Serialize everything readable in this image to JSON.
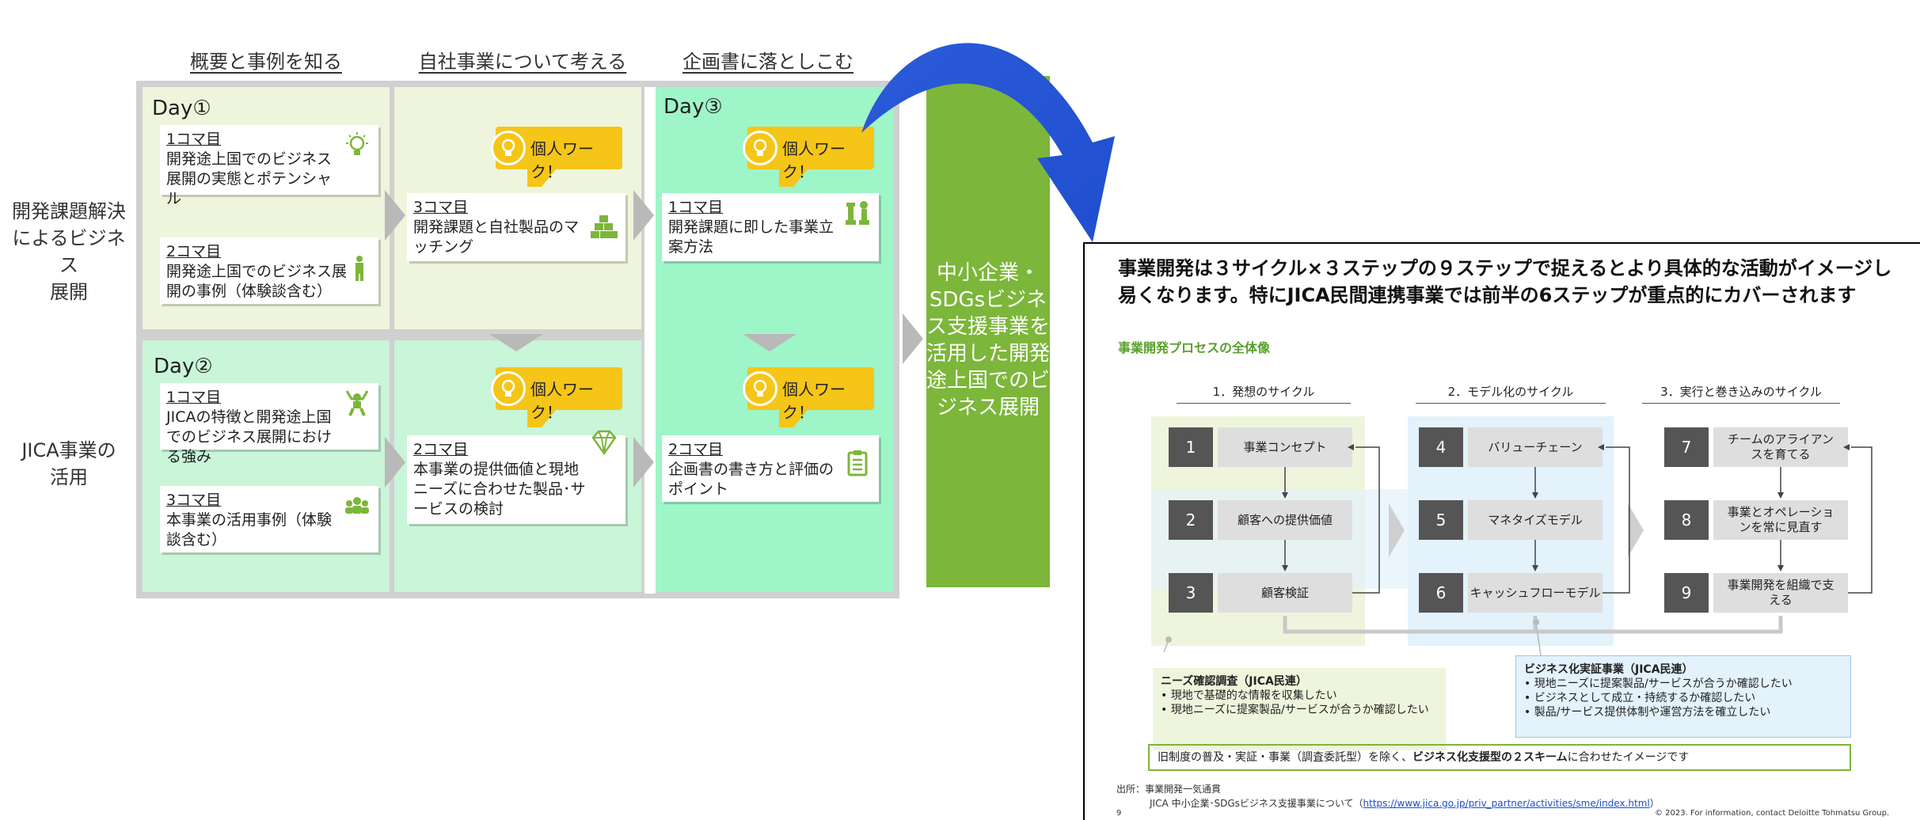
{
  "column_headers": [
    "概要と事例を知る",
    "自社事業について考える",
    "企画書に落としこむ"
  ],
  "row_labels": [
    "開発課題解決\nによるビジネス\n展開",
    "JICA事業の\n活用"
  ],
  "days": [
    "Day①",
    "Day②",
    "Day③"
  ],
  "work_label": "個人ワーク！",
  "cards": {
    "d1k1": {
      "koma": "1コマ目",
      "body": "開発途上国でのビジネス展開の実態とポテンシャル"
    },
    "d1k2": {
      "koma": "2コマ目",
      "body": "開発途上国でのビジネス展開の事例（体験談含む）"
    },
    "c2r1": {
      "koma": "3コマ目",
      "body": "開発課題と自社製品のマッチング"
    },
    "d3k1": {
      "koma": "1コマ目",
      "body": "開発課題に即した事業立案方法"
    },
    "d2k1": {
      "koma": "1コマ目",
      "body": "JICAの特徴と開発途上国でのビジネス展開における強み"
    },
    "d2k3": {
      "koma": "3コマ目",
      "body": "本事業の活用事例（体験談含む）"
    },
    "c2r2": {
      "koma": "2コマ目",
      "body": "本事業の提供価値と現地ニーズに合わせた製品･サービスの検討"
    },
    "d3k2": {
      "koma": "2コマ目",
      "body": "企画書の書き方と評価のポイント"
    }
  },
  "green_box_text": "中小企業・SDGsビジネス支援事業を活用した開発途上国でのビジネス展開",
  "panel": {
    "title": "事業開発は３サイクル×３ステップの９ステップで捉えるとより具体的な活動がイメージし易くなります。特にJICA民間連携事業では前半の6ステップが重点的にカバーされます",
    "subtitle": "事業開発プロセスの全体像",
    "cycles": [
      "1．発想のサイクル",
      "2．モデル化のサイクル",
      "3．実行と巻き込みのサイクル"
    ],
    "steps": [
      {
        "num": "1",
        "label": "事業コンセプト"
      },
      {
        "num": "2",
        "label": "顧客への提供価値"
      },
      {
        "num": "3",
        "label": "顧客検証"
      },
      {
        "num": "4",
        "label": "バリューチェーン"
      },
      {
        "num": "5",
        "label": "マネタイズモデル"
      },
      {
        "num": "6",
        "label": "キャッシュフローモデル"
      },
      {
        "num": "7",
        "label": "チームのアライアンスを育てる"
      },
      {
        "num": "8",
        "label": "事業とオペレーションを常に見直す"
      },
      {
        "num": "9",
        "label": "事業開発を組織で支える"
      }
    ],
    "note_left": {
      "title": "ニーズ確認調査（JICA民連）",
      "items": [
        "現地で基礎的な情報を収集したい",
        "現地ニーズに提案製品/サービスが合うか確認したい"
      ]
    },
    "note_right": {
      "title": "ビジネス化実証事業（JICA民連）",
      "items": [
        "現地ニーズに提案製品/サービスが合うか確認したい",
        "ビジネスとして成立・持続するか確認したい",
        "製品/サービス提供体制や運営方法を確立したい"
      ]
    },
    "bottom_note_pre": "旧制度の普及・実証・事業（調査委託型）を除く、",
    "bottom_note_bold": "ビジネス化支援型の２スキーム",
    "bottom_note_post": "に合わせたイメージです",
    "source_label": "出所：事業開発一気通貫",
    "source_line": "JICA 中小企業･SDGsビジネス支援事業について（",
    "source_url": "https://www.jica.go.jp/priv_partner/activities/sme/index.html",
    "source_close": "）",
    "page_no": "9",
    "copyright": "© 2023. For information, contact Deloitte Tohmatsu Group."
  }
}
